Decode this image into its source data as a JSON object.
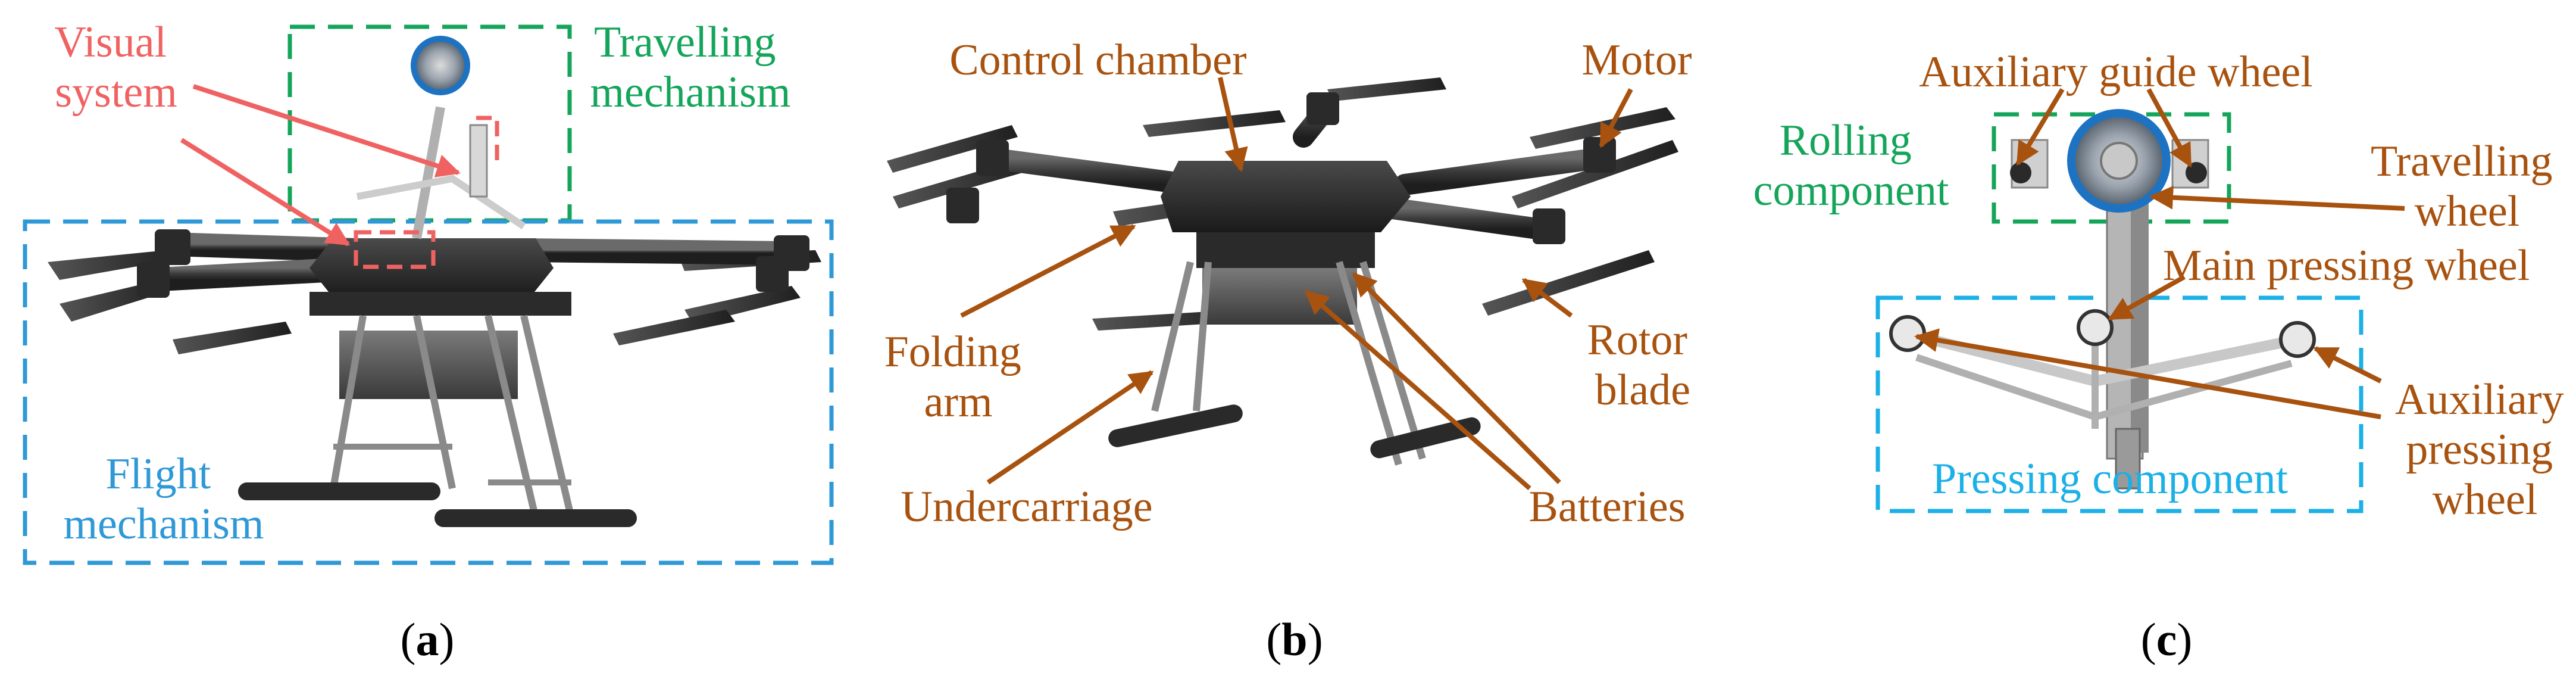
{
  "colors": {
    "red": "#f06262",
    "green": "#14a55a",
    "blue": "#2f98d6",
    "brown": "#a8520f",
    "cyan": "#1bb0e6",
    "carbon": "#3a3a3a",
    "metal": "#9a9a9a",
    "dark": "#222222",
    "wheel_blue": "#1d73c2"
  },
  "panel_a": {
    "caption_letter": "a",
    "visual_system": [
      "Visual",
      "system"
    ],
    "travelling_mechanism": [
      "Travelling",
      "mechanism"
    ],
    "flight_mechanism": [
      "Flight",
      "mechanism"
    ]
  },
  "panel_b": {
    "caption_letter": "b",
    "control_chamber": "Control chamber",
    "motor": "Motor",
    "folding_arm": [
      "Folding",
      "arm"
    ],
    "rotor_blade": [
      "Rotor",
      "blade"
    ],
    "undercarriage": "Undercarriage",
    "batteries": "Batteries"
  },
  "panel_c": {
    "caption_letter": "c",
    "auxiliary_guide_wheel": "Auxiliary guide wheel",
    "rolling_component": [
      "Rolling",
      "component"
    ],
    "travelling_wheel": [
      "Travelling",
      "wheel"
    ],
    "main_pressing_wheel": "Main pressing wheel",
    "auxiliary_pressing_wheel": [
      "Auxiliary",
      "pressing",
      "wheel"
    ],
    "pressing_component": "Pressing component"
  }
}
